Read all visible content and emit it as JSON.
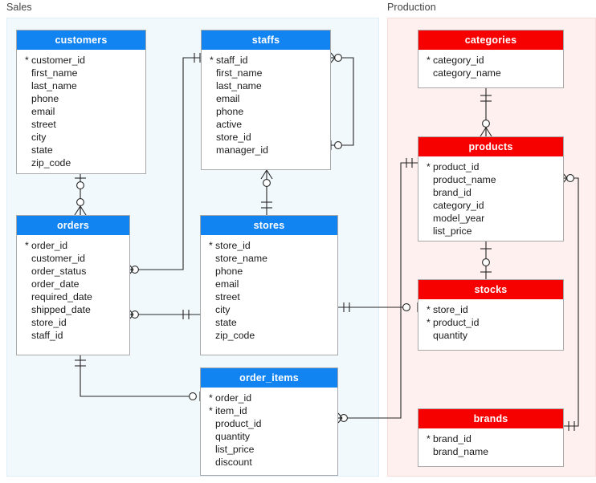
{
  "diagram": {
    "title_hidden": "",
    "schemas": [
      {
        "name": "Sales",
        "color": "#1184f2",
        "panel_bg": "#f2f9fd",
        "panel_border": "#dfeef8"
      },
      {
        "name": "Production",
        "color": "#f60000",
        "panel_bg": "#fdf0ee",
        "panel_border": "#f8dcd8"
      }
    ],
    "pk_symbol": "*",
    "entities": [
      {
        "id": "customers",
        "name": "customers",
        "schema": "Sales",
        "header_color": "#1184f2",
        "attributes": [
          {
            "name": "customer_id",
            "pk": true
          },
          {
            "name": "first_name",
            "pk": false
          },
          {
            "name": "last_name",
            "pk": false
          },
          {
            "name": "phone",
            "pk": false
          },
          {
            "name": "email",
            "pk": false
          },
          {
            "name": "street",
            "pk": false
          },
          {
            "name": "city",
            "pk": false
          },
          {
            "name": "state",
            "pk": false
          },
          {
            "name": "zip_code",
            "pk": false
          }
        ]
      },
      {
        "id": "staffs",
        "name": "staffs",
        "schema": "Sales",
        "header_color": "#1184f2",
        "attributes": [
          {
            "name": "staff_id",
            "pk": true
          },
          {
            "name": "first_name",
            "pk": false
          },
          {
            "name": "last_name",
            "pk": false
          },
          {
            "name": "email",
            "pk": false
          },
          {
            "name": "phone",
            "pk": false
          },
          {
            "name": "active",
            "pk": false
          },
          {
            "name": "store_id",
            "pk": false
          },
          {
            "name": "manager_id",
            "pk": false
          }
        ]
      },
      {
        "id": "orders",
        "name": "orders",
        "schema": "Sales",
        "header_color": "#1184f2",
        "attributes": [
          {
            "name": "order_id",
            "pk": true
          },
          {
            "name": "customer_id",
            "pk": false
          },
          {
            "name": "order_status",
            "pk": false
          },
          {
            "name": "order_date",
            "pk": false
          },
          {
            "name": "required_date",
            "pk": false
          },
          {
            "name": "shipped_date",
            "pk": false
          },
          {
            "name": "store_id",
            "pk": false
          },
          {
            "name": "staff_id",
            "pk": false
          }
        ]
      },
      {
        "id": "stores",
        "name": "stores",
        "schema": "Sales",
        "header_color": "#1184f2",
        "attributes": [
          {
            "name": "store_id",
            "pk": true
          },
          {
            "name": "store_name",
            "pk": false
          },
          {
            "name": "phone",
            "pk": false
          },
          {
            "name": "email",
            "pk": false
          },
          {
            "name": "street",
            "pk": false
          },
          {
            "name": "city",
            "pk": false
          },
          {
            "name": "state",
            "pk": false
          },
          {
            "name": "zip_code",
            "pk": false
          }
        ]
      },
      {
        "id": "order_items",
        "name": "order_items",
        "schema": "Sales",
        "header_color": "#1184f2",
        "attributes": [
          {
            "name": "order_id",
            "pk": true
          },
          {
            "name": "item_id",
            "pk": true
          },
          {
            "name": "product_id",
            "pk": false
          },
          {
            "name": "quantity",
            "pk": false
          },
          {
            "name": "list_price",
            "pk": false
          },
          {
            "name": "discount",
            "pk": false
          }
        ]
      },
      {
        "id": "categories",
        "name": "categories",
        "schema": "Production",
        "header_color": "#f60000",
        "attributes": [
          {
            "name": "category_id",
            "pk": true
          },
          {
            "name": "category_name",
            "pk": false
          }
        ]
      },
      {
        "id": "products",
        "name": "products",
        "schema": "Production",
        "header_color": "#f60000",
        "attributes": [
          {
            "name": "product_id",
            "pk": true
          },
          {
            "name": "product_name",
            "pk": false
          },
          {
            "name": "brand_id",
            "pk": false
          },
          {
            "name": "category_id",
            "pk": false
          },
          {
            "name": "model_year",
            "pk": false
          },
          {
            "name": "list_price",
            "pk": false
          }
        ]
      },
      {
        "id": "stocks",
        "name": "stocks",
        "schema": "Production",
        "header_color": "#f60000",
        "attributes": [
          {
            "name": "store_id",
            "pk": true
          },
          {
            "name": "product_id",
            "pk": true
          },
          {
            "name": "quantity",
            "pk": false
          }
        ]
      },
      {
        "id": "brands",
        "name": "brands",
        "schema": "Production",
        "header_color": "#f60000",
        "attributes": [
          {
            "name": "brand_id",
            "pk": true
          },
          {
            "name": "brand_name",
            "pk": false
          }
        ]
      }
    ],
    "relationships": [
      {
        "from": "customers",
        "to": "orders",
        "from_card": "one-optional",
        "to_card": "many-optional"
      },
      {
        "from": "staffs",
        "to": "staffs",
        "from_card": "many-optional",
        "to_card": "one-optional",
        "self": true
      },
      {
        "from": "staffs",
        "to": "stores",
        "from_card": "many-optional",
        "to_card": "one"
      },
      {
        "from": "stores",
        "to": "orders",
        "from_card": "one",
        "to_card": "many-optional"
      },
      {
        "from": "staffs",
        "to": "orders",
        "from_card": "one",
        "to_card": "many-optional"
      },
      {
        "from": "orders",
        "to": "order_items",
        "from_card": "one",
        "to_card": "many-optional"
      },
      {
        "from": "categories",
        "to": "products",
        "from_card": "one",
        "to_card": "many-optional"
      },
      {
        "from": "products",
        "to": "stocks",
        "from_card": "one",
        "to_card": "one-optional"
      },
      {
        "from": "stores",
        "to": "stocks",
        "from_card": "one",
        "to_card": "one-optional"
      },
      {
        "from": "brands",
        "to": "products",
        "from_card": "one",
        "to_card": "many-optional"
      },
      {
        "from": "products",
        "to": "order_items",
        "from_card": "one",
        "to_card": "many-optional"
      }
    ]
  }
}
